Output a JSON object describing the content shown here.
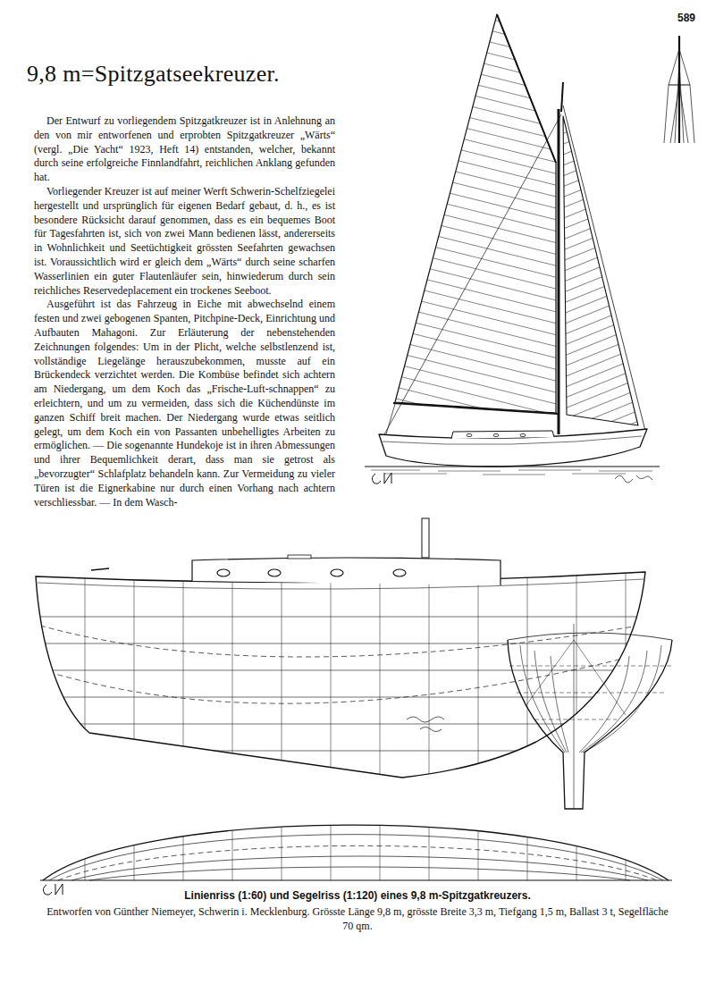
{
  "diagram": {
    "title": "9,8 m=Spitzgatseekreuzer.",
    "caption": "Linienriss (1:60) und Segelriss (1:120) eines 9,8 m-Spitzgatkreuzers.",
    "labels": [
      "589",
      "Der Entwurf zu vorliegendem Spitzgatkreuzer ist in Anlehnung an den von mir entworfenen und erprobten Spitzgatkreuzer „Wärts“ (vergl. „Die Yacht“ 1923, Heft 14) entstanden, welcher, bekannt durch seine erfolgreiche Finnlandfahrt, reichlichen Anklang gefunden hat.",
      "Vorliegender Kreuzer ist auf meiner Werft Schwerin-Schelfziegelei hergestellt und ursprünglich für eigenen Bedarf gebaut, d. h., es ist besondere Rücksicht darauf genommen, dass es ein bequemes Boot für Tagesfahrten ist, sich von zwei Mann bedienen lässt, andererseits in Wohnlichkeit und Seetüchtigkeit grössten Seefahrten gewachsen ist. Voraussichtlich wird er gleich dem „Wärts“ durch seine scharfen Wasserlinien ein guter Flautenläufer sein, hinwiederum durch sein reichliches Reservedeplacement ein trockenes Seeboot.",
      "Ausgeführt ist das Fahrzeug in Eiche mit abwechselnd einem festen und zwei gebogenen Spanten, Pitchpine-Deck, Einrichtung und Aufbauten Mahagoni. Zur Erläuterung der nebenstehenden Zeichnungen folgendes: Um in der Plicht, welche selbstlenzend ist, vollständige Liegelänge herauszubekommen, musste auf ein Brückendeck verzichtet werden. Die Kombüse befindet sich achtern am Niedergang, um dem Koch das „Frische-Luft-schnappen“ zu erleichtern, und um zu vermeiden, dass sich die Küchendünste im ganzen Schiff breit machen. Der Niedergang wurde etwas seitlich gelegt, um dem Koch ein von Passanten unbehelligtes Arbeiten zu ermöglichen. — Die sogenannte Hundekoje ist in ihren Abmessungen und ihrer Bequemlichkeit derart, dass man sie getrost als „bevorzugter“ Schlafplatz behandeln kann. Zur Vermeidung zu vieler Türen ist die Eignerkabine nur durch einen Vorhang nach achtern verschliessbar. — In dem Wasch-",
      "Entworfen von Günther Niemeyer, Schwerin i. Mecklenburg. Grösste Länge 9,8 m, grösste Breite 3,3 m, Tiefgang 1,5 m, Ballast 3 t, Segelfläche 70 qm."
    ]
  }
}
